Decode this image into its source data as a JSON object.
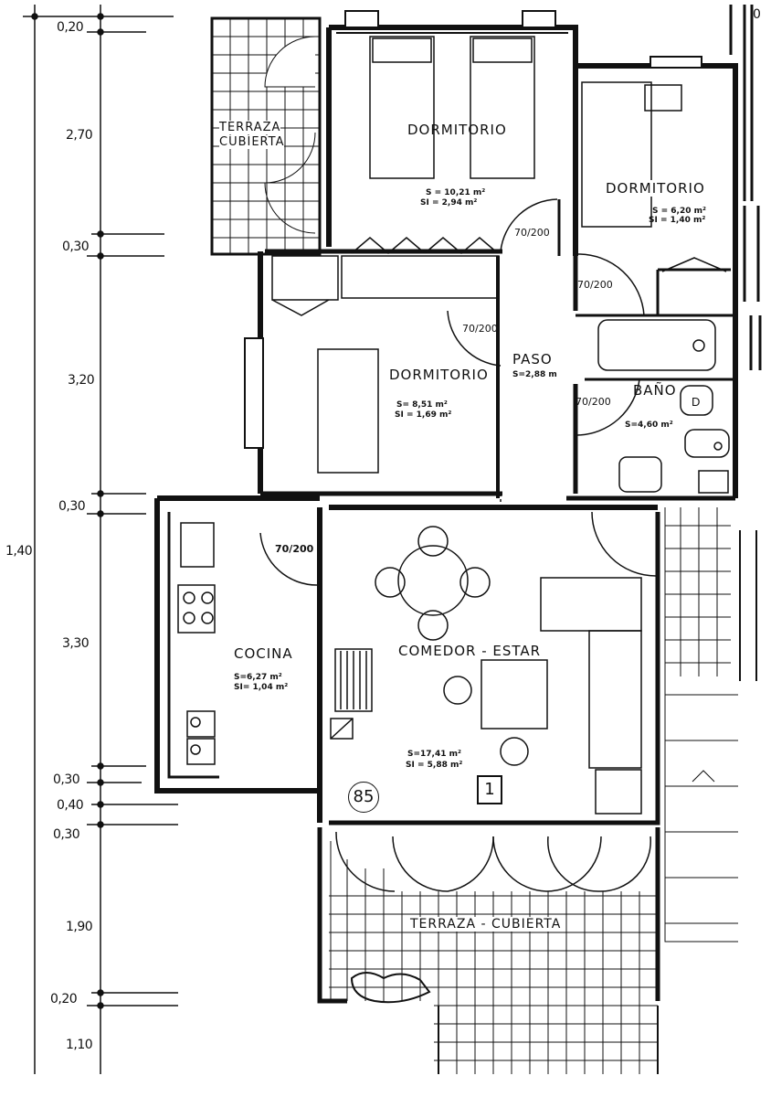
{
  "plan": {
    "unit_number": "85",
    "unit_tag": "1",
    "accent_color": "#111111",
    "background_color": "#ffffff"
  },
  "rooms": {
    "dormitorio_1": {
      "name": "DORMITORIO",
      "s": "S = 10,21 m²",
      "si": "SI = 2,94 m²"
    },
    "dormitorio_2": {
      "name": "DORMITORIO",
      "s": "S = 6,20 m²",
      "si": "SI = 1,40 m²"
    },
    "dormitorio_3": {
      "name": "DORMITORIO",
      "s": "S= 8,51 m²",
      "si": "SI = 1,69 m²"
    },
    "paso": {
      "name": "PASO",
      "s": "S=2,88 m"
    },
    "bano": {
      "name": "BAÑO",
      "s": "S=4,60 m²"
    },
    "cocina": {
      "name": "COCINA",
      "s": "S=6,27 m²",
      "si": "SI= 1,04 m²"
    },
    "comedor_estar": {
      "name": "COMEDOR - ESTAR",
      "s": "S=17,41 m²",
      "si": "SI = 5,88 m²"
    },
    "terraza_1": {
      "line1": "TERRAZA",
      "line2": "CUBIERTA"
    },
    "terraza_2": {
      "name": "TERRAZA - CUBIERTA"
    }
  },
  "doors": [
    "70/200",
    "70/200",
    "70/200",
    "70/200",
    "70/200"
  ],
  "dimensions": {
    "left_axis": [
      "0,20",
      "2,70",
      "0,30",
      "3,20",
      "0,30",
      "3,30",
      "0,30",
      "0,40",
      "0,30",
      "1,90",
      "0,20",
      "1,10"
    ],
    "total_partial": "1,40",
    "top_right": "0"
  }
}
